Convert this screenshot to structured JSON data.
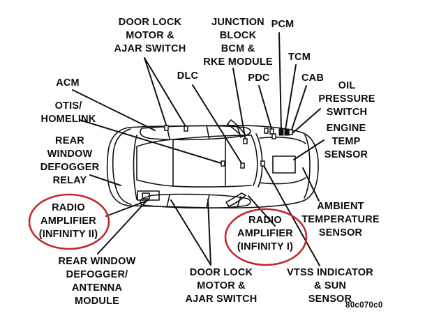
{
  "diagram": {
    "figure_code": "80c070c0",
    "colors": {
      "line": "#101010",
      "highlight": "#c2272d",
      "background": "#ffffff"
    },
    "labels": {
      "door_lock_top": {
        "lines": [
          "DOOR LOCK",
          "MOTOR &",
          "AJAR SWITCH"
        ]
      },
      "junction_block": {
        "lines": [
          "JUNCTION",
          "BLOCK",
          "BCM &",
          "RKE MODULE"
        ]
      },
      "pcm": {
        "lines": [
          "PCM"
        ]
      },
      "tcm": {
        "lines": [
          "TCM"
        ]
      },
      "cab": {
        "lines": [
          "CAB"
        ]
      },
      "dlc": {
        "lines": [
          "DLC"
        ]
      },
      "pdc": {
        "lines": [
          "PDC"
        ]
      },
      "oil_pressure_switch": {
        "lines": [
          "OIL",
          "PRESSURE",
          "SWITCH"
        ]
      },
      "engine_temp_sensor": {
        "lines": [
          "ENGINE",
          "TEMP",
          "SENSOR"
        ]
      },
      "acm": {
        "lines": [
          "ACM"
        ]
      },
      "otis_homelink": {
        "lines": [
          "OTIS/",
          "HOMELINK"
        ]
      },
      "rear_window_defogger_relay": {
        "lines": [
          "REAR",
          "WINDOW",
          "DEFOGGER",
          "RELAY"
        ]
      },
      "radio_amplifier_infinity_ii": {
        "lines": [
          "RADIO",
          "AMPLIFIER",
          "(INFINITY II)"
        ],
        "highlighted": true
      },
      "rear_window_defogger_antenna_module": {
        "lines": [
          "REAR WINDOW",
          "DEFOGGER/",
          "ANTENNA",
          "MODULE"
        ]
      },
      "door_lock_bottom": {
        "lines": [
          "DOOR LOCK",
          "MOTOR &",
          "AJAR SWITCH"
        ]
      },
      "radio_amplifier_infinity_i": {
        "lines": [
          "RADIO",
          "AMPLIFIER",
          "(INFINITY I)"
        ],
        "highlighted": true
      },
      "ambient_temperature_sensor": {
        "lines": [
          "AMBIENT",
          "TEMPERATURE",
          "SENSOR"
        ]
      },
      "vtss_indicator_sun_sensor": {
        "lines": [
          "VTSS INDICATOR",
          "& SUN",
          "SENSOR"
        ]
      }
    }
  }
}
